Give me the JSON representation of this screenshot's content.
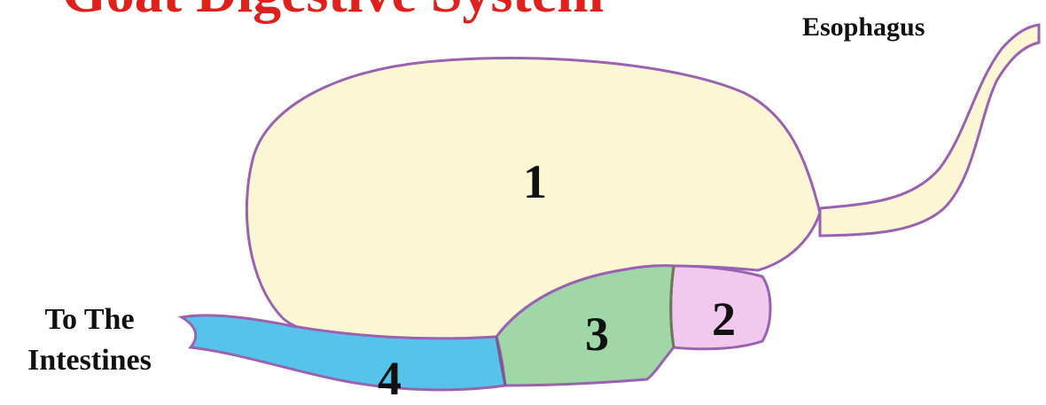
{
  "title": "Goat Digestive System",
  "labels": {
    "esophagus": "Esophagus",
    "intestines": "To The\nIntestines"
  },
  "compartments": [
    {
      "number": "1",
      "color": "#fbf6d3"
    },
    {
      "number": "2",
      "color": "#f1c9ee"
    },
    {
      "number": "3",
      "color": "#9fd8a6"
    },
    {
      "number": "4",
      "color": "#56c4ea"
    }
  ],
  "colors": {
    "title": "#e0201c",
    "outline": "#9a62b0",
    "esophagus_fill": "#fbf6d3"
  }
}
